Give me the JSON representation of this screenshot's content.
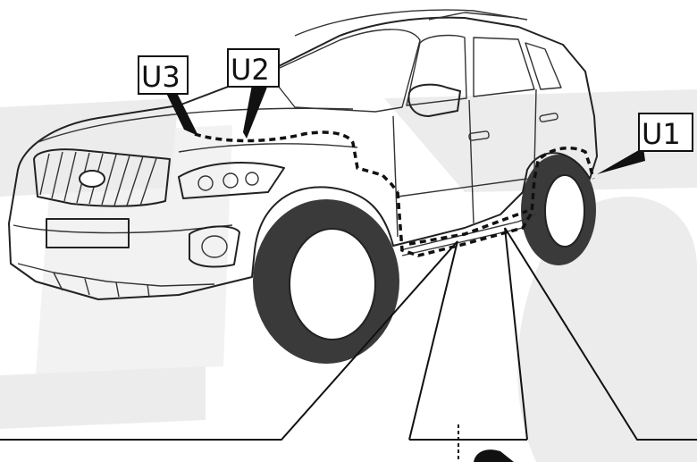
{
  "labels": {
    "u1": "U1",
    "u2": "U2",
    "u3": "U3"
  },
  "colors": {
    "background_watermark": "#ececec",
    "tire": "#3a3a3a",
    "body_fill": "#ffffff",
    "line": "#222222"
  },
  "icons": [
    "car-illustration",
    "seal-route-dashed-line",
    "leader-line"
  ]
}
